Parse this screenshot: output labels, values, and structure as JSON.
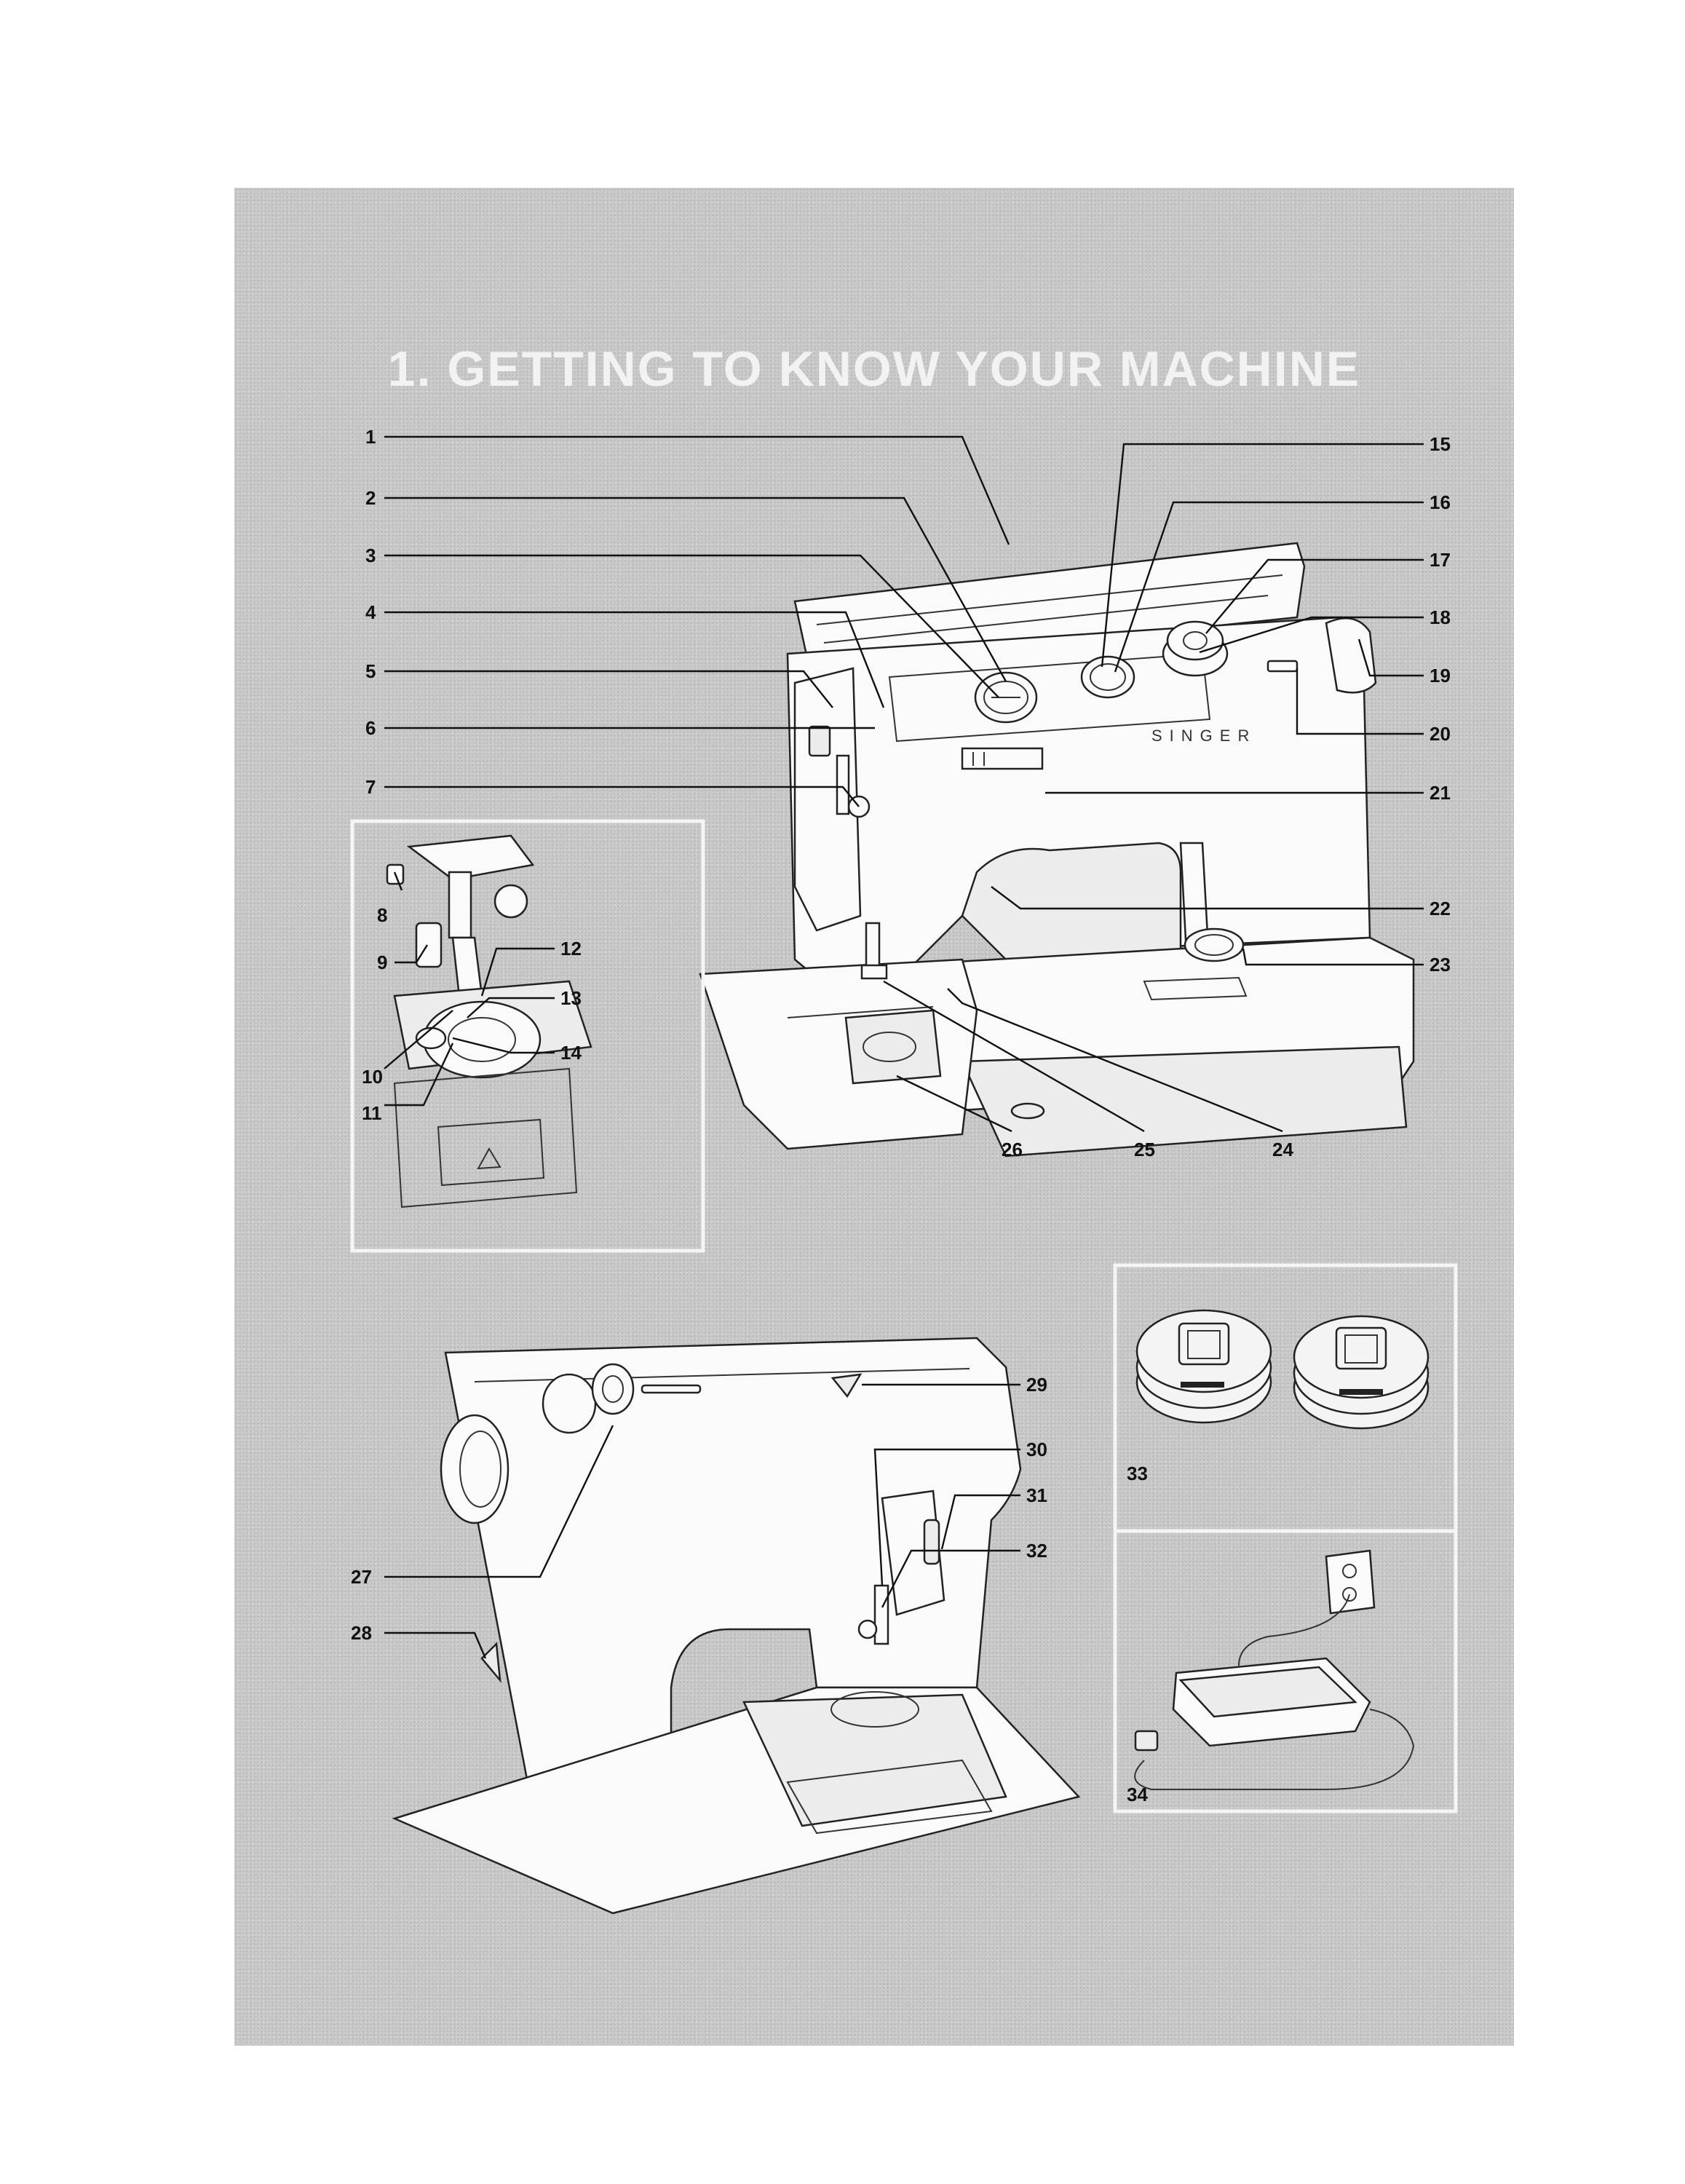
{
  "title": "1. GETTING TO KNOW YOUR MACHINE",
  "brand_label": "SINGER",
  "callouts": [
    "1",
    "2",
    "3",
    "4",
    "5",
    "6",
    "7",
    "8",
    "9",
    "10",
    "11",
    "12",
    "13",
    "14",
    "15",
    "16",
    "17",
    "18",
    "19",
    "20",
    "21",
    "22",
    "23",
    "24",
    "25",
    "26",
    "27",
    "28",
    "29",
    "30",
    "31",
    "32",
    "33",
    "34"
  ],
  "colors": {
    "panel": "#c9c9c9",
    "title": "#f2f2f2",
    "ink": "#111111"
  }
}
